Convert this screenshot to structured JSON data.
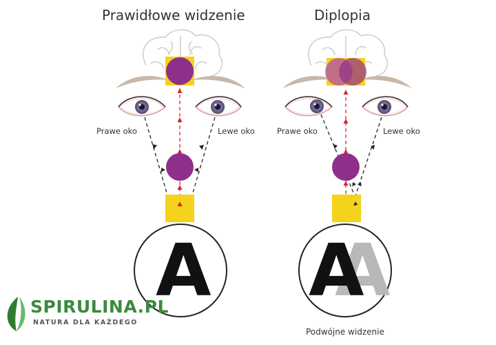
{
  "titles": {
    "normal": "Prawidłowe widzenie",
    "diplopia": "Diplopia"
  },
  "labels": {
    "right_eye": "Prawe oko",
    "left_eye": "Lewe oko"
  },
  "letters": {
    "main": "A",
    "ghost": "A"
  },
  "caption": "Podwójne widzenie",
  "brand": {
    "name": "SPIRULINA",
    "suffix": ".PL",
    "tagline": "NATURA DLA KAŻDEGO"
  },
  "colors": {
    "target_purple": "#8e2f8a",
    "object_yellow": "#f5d21c",
    "arrow_red": "#e0202a",
    "arrow_black": "#222222",
    "ghost_gray": "#b8b8b8",
    "brand_green": "#3a8a3f"
  }
}
